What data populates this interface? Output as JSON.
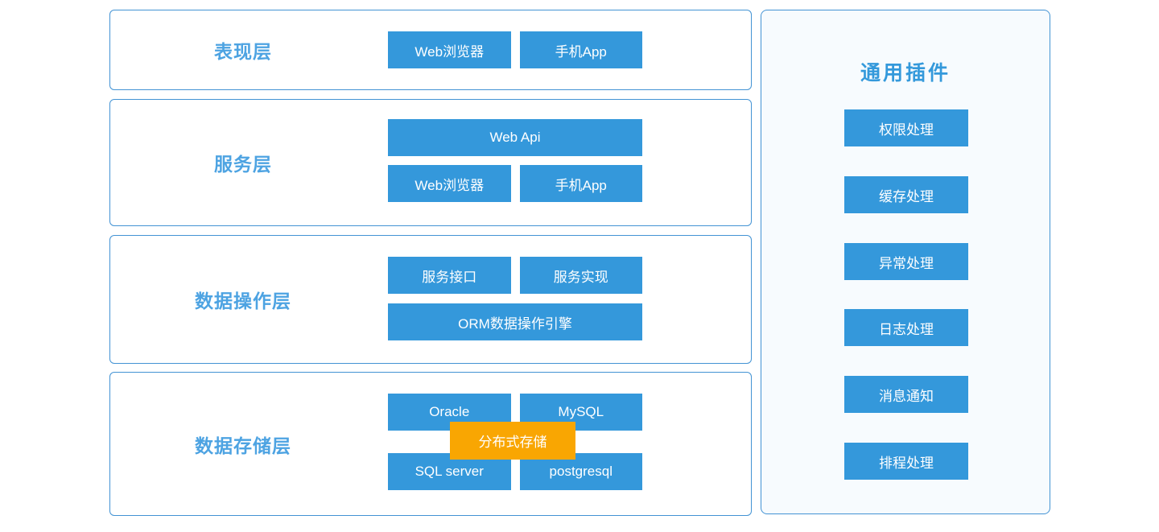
{
  "colors": {
    "button_blue": "#3498db",
    "border_blue": "#4393d4",
    "label_blue": "#4da3e2",
    "title_blue": "#3499db",
    "orange": "#f9a602",
    "panel_bg": "#f7fbfe"
  },
  "layers": [
    {
      "label": "表现层",
      "rows": [
        [
          "Web浏览器",
          "手机App"
        ]
      ]
    },
    {
      "label": "服务层",
      "rows": [
        [
          "Web Api"
        ],
        [
          "Web浏览器",
          "手机App"
        ]
      ]
    },
    {
      "label": "数据操作层",
      "rows": [
        [
          "服务接口",
          "服务实现"
        ],
        [
          "ORM数据操作引擎"
        ]
      ]
    },
    {
      "label": "数据存储层",
      "rows": [
        [
          "Oracle",
          "MySQL"
        ],
        [
          "SQL server",
          "postgresql"
        ]
      ],
      "overlay": "分布式存储"
    }
  ],
  "plugins_panel": {
    "title": "通用插件",
    "items": [
      "权限处理",
      "缓存处理",
      "异常处理",
      "日志处理",
      "消息通知",
      "排程处理"
    ]
  }
}
